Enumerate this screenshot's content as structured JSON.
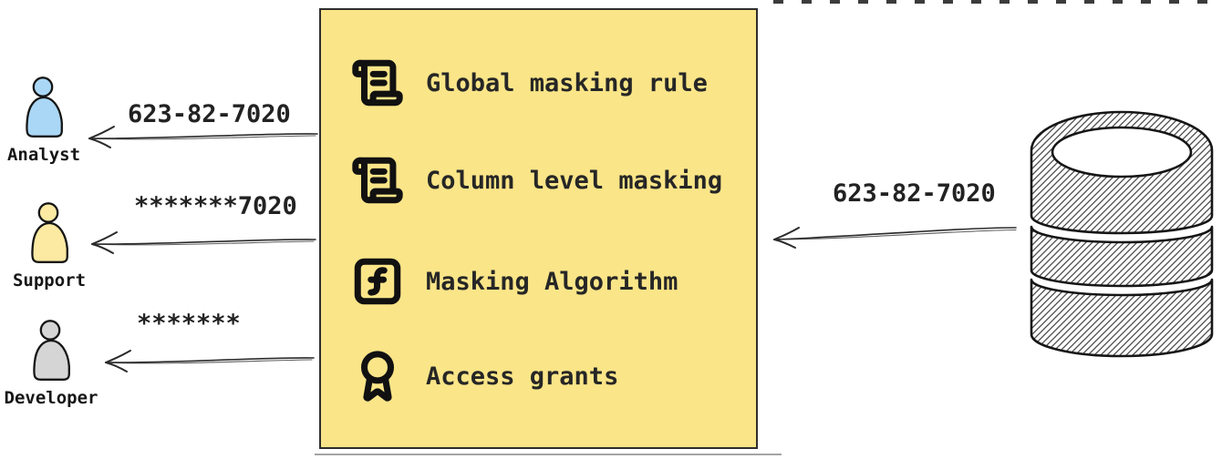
{
  "users": [
    {
      "name": "Analyst",
      "received_value": "623-82-7020",
      "color": "#aad7f6"
    },
    {
      "name": "Support",
      "received_value": "*******7020",
      "color": "#fce9a2"
    },
    {
      "name": "Developer",
      "received_value": "*******",
      "color": "#d5d5d5"
    }
  ],
  "policy_box": {
    "background": "#fae588",
    "items": [
      {
        "icon": "scroll-text-icon",
        "label": "Global masking rule"
      },
      {
        "icon": "scroll-text-icon",
        "label": "Column level masking"
      },
      {
        "icon": "function-square-icon",
        "label": "Masking Algorithm"
      },
      {
        "icon": "award-icon",
        "label": "Access grants"
      }
    ]
  },
  "database": {
    "icon": "database-icon",
    "output_value": "623-82-7020"
  }
}
